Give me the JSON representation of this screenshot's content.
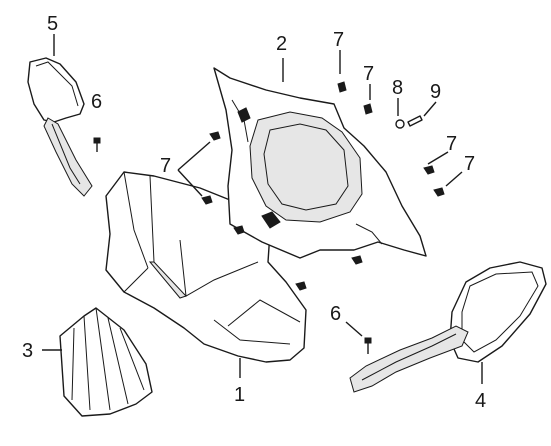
{
  "callouts": {
    "c1": "1",
    "c2": "2",
    "c3": "3",
    "c4": "4",
    "c5": "5",
    "c6a": "6",
    "c6b": "6",
    "c7a": "7",
    "c7b": "7",
    "c7c": "7",
    "c7d": "7",
    "c7e": "7",
    "c8": "8",
    "c9": "9"
  },
  "colors": {
    "line": "#1a1a1a",
    "background": "#ffffff"
  }
}
